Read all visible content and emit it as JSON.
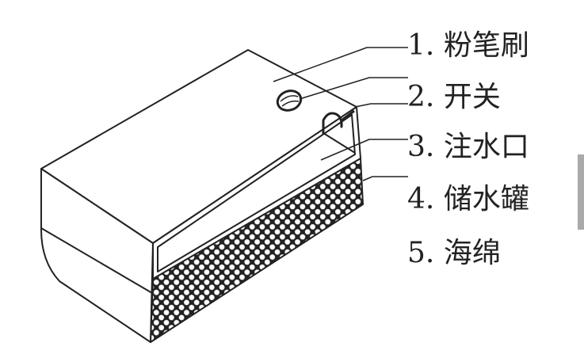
{
  "labels": [
    {
      "num": "1.",
      "text": "粉笔刷"
    },
    {
      "num": "2.",
      "text": "开关"
    },
    {
      "num": "3.",
      "text": "注水口"
    },
    {
      "num": "4.",
      "text": "储水罐"
    },
    {
      "num": "5.",
      "text": "海绵"
    }
  ],
  "colors": {
    "line": "#222222",
    "background": "#ffffff"
  }
}
